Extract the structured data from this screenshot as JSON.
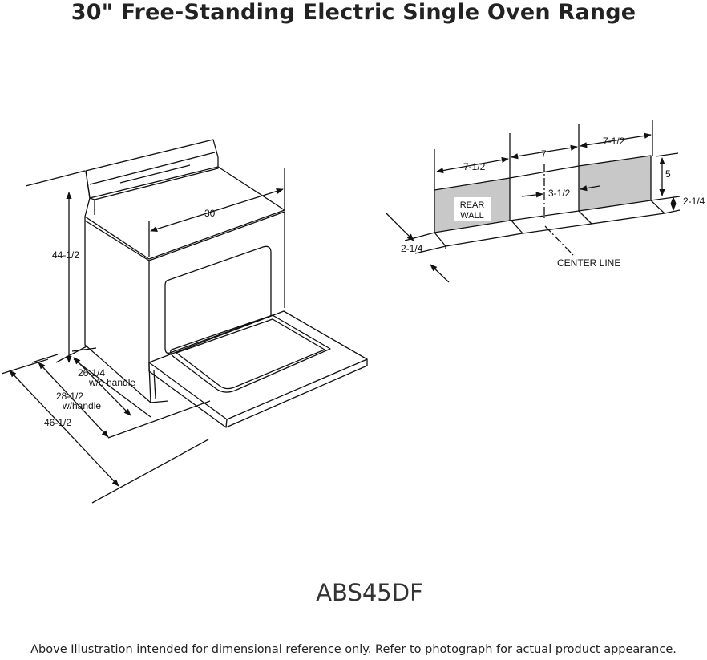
{
  "title": "30\" Free-Standing Electric Single Oven Range",
  "model": "ABS45DF",
  "footer": "Above Illustration intended for dimensional reference only. Refer to photograph for actual product appearance.",
  "range_dims": {
    "height": "44-1/2",
    "width": "30",
    "depth_wo_handle": "26-1/4",
    "depth_wo_handle_note": "w/o handle",
    "depth_w_handle": "28-1/2",
    "depth_w_handle_note": "w/handle",
    "depth_door_open": "46-1/2"
  },
  "wall_dims": {
    "left_width": "7-1/2",
    "center_width": "7",
    "right_width": "7-1/2",
    "height": "5",
    "half_center": "3-1/2",
    "side_depth": "2-1/4",
    "front_depth": "2-1/4",
    "rear_wall_label": "REAR\nWALL",
    "center_line_label": "CENTER LINE"
  },
  "colors": {
    "line": "#111111",
    "panel_fill": "#c8c8c8"
  }
}
